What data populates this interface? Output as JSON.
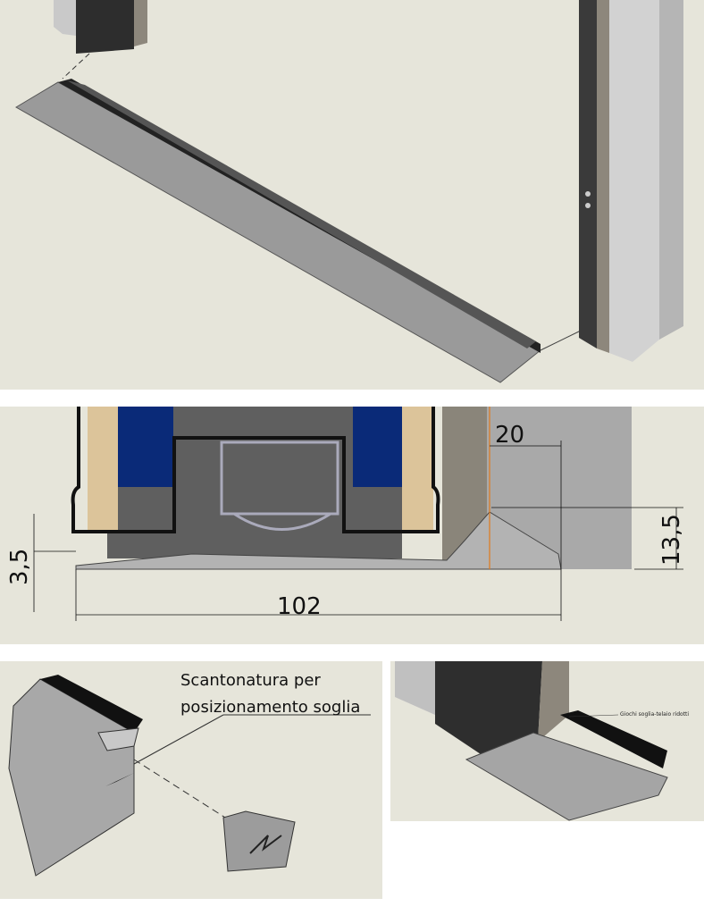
{
  "section_view": {
    "dimensions": {
      "gap_width": "20",
      "threshold_height": "13,5",
      "ramp_height": "3,5",
      "threshold_length": "102"
    }
  },
  "detail_notch": {
    "label_line1": "Scantonatura per",
    "label_line2": "posizionamento soglia"
  },
  "detail_corner": {
    "label": "Giochi soglia-telaio ridotti"
  },
  "colors": {
    "background": "#e6e5da",
    "door_panel_blue": "#0a2a78",
    "insulation_tan": "#dcc49a",
    "metal_gray": "#a8a8a8",
    "centerline_orange": "#e07a1a"
  }
}
